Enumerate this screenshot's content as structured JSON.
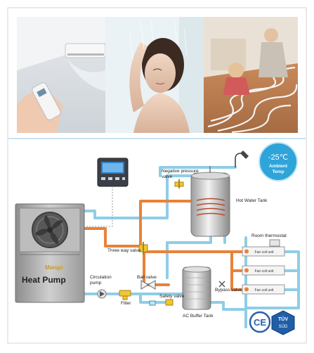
{
  "photos": [
    {
      "subject": "air conditioner remote control"
    },
    {
      "subject": "woman showering"
    },
    {
      "subject": "child on underfloor heating"
    }
  ],
  "diagram": {
    "labels": {
      "negative_pressure_line1": "Negative pressure",
      "negative_pressure_line2": "valve",
      "hot_water_tank": "Hot Water Tank",
      "room_thermostat": "Room thermostat",
      "fan_coil_unit": "Fan coil unit",
      "three_way_valve": "Three way valve",
      "circulation_line1": "Circulation",
      "circulation_line2": "pump",
      "ball_valve": "Ball valve",
      "filter": "Filter",
      "safety_valve": "Safety valve",
      "bypass_valve": "Bypass valve",
      "ac_buffer_tank": "AC Buffer Tank",
      "heat_pump": "Heat Pump",
      "brand_logo": "Mango"
    },
    "badge": {
      "temp": "-25℃",
      "line1": "Ambient",
      "line2": "Temp"
    },
    "certs": {
      "ce": "CE",
      "tuv": "TÜV",
      "sud": "SÜD"
    },
    "colors": {
      "hot_pipe": "#e8823a",
      "cold_pipe": "#8fcde6",
      "badge": "#2fa4d9"
    }
  }
}
